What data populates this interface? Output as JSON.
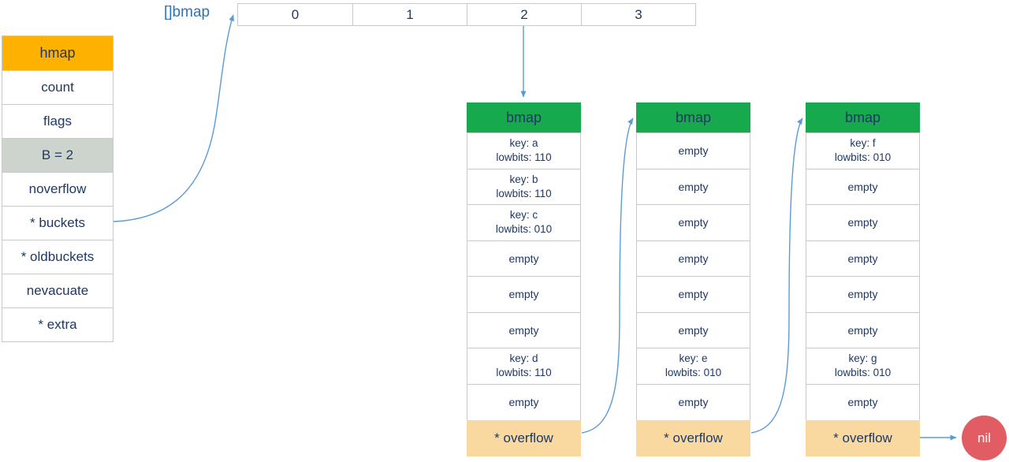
{
  "hmap_struct": {
    "header": "hmap",
    "fields": [
      {
        "label": "count",
        "highlight": false
      },
      {
        "label": "flags",
        "highlight": false
      },
      {
        "label": "B = 2",
        "highlight": true
      },
      {
        "label": "noverflow",
        "highlight": false
      },
      {
        "label": "* buckets",
        "highlight": false
      },
      {
        "label": "* oldbuckets",
        "highlight": false
      },
      {
        "label": "nevacuate",
        "highlight": false
      },
      {
        "label": "* extra",
        "highlight": false
      }
    ]
  },
  "bucket_array": {
    "label": "[]bmap",
    "cells": [
      "0",
      "1",
      "2",
      "3"
    ]
  },
  "buckets": [
    {
      "header": "bmap",
      "slots": [
        {
          "line1": "key: a",
          "line2": "lowbits: 110"
        },
        {
          "line1": "key: b",
          "line2": "lowbits: 110"
        },
        {
          "line1": "key: c",
          "line2": "lowbits: 010"
        },
        {
          "line1": "empty"
        },
        {
          "line1": "empty"
        },
        {
          "line1": "empty"
        },
        {
          "line1": "key: d",
          "line2": "lowbits: 110"
        },
        {
          "line1": "empty"
        }
      ],
      "overflow": "* overflow"
    },
    {
      "header": "bmap",
      "slots": [
        {
          "line1": "empty"
        },
        {
          "line1": "empty"
        },
        {
          "line1": "empty"
        },
        {
          "line1": "empty"
        },
        {
          "line1": "empty"
        },
        {
          "line1": "empty"
        },
        {
          "line1": "key: e",
          "line2": "lowbits: 010"
        },
        {
          "line1": "empty"
        }
      ],
      "overflow": "* overflow"
    },
    {
      "header": "bmap",
      "slots": [
        {
          "line1": "key: f",
          "line2": "lowbits: 010"
        },
        {
          "line1": "empty"
        },
        {
          "line1": "empty"
        },
        {
          "line1": "empty"
        },
        {
          "line1": "empty"
        },
        {
          "line1": "empty"
        },
        {
          "line1": "key: g",
          "line2": "lowbits: 010"
        },
        {
          "line1": "empty"
        }
      ],
      "overflow": "* overflow"
    }
  ],
  "nil_label": "nil",
  "colors": {
    "hmap_header_bg": "#FFB100",
    "b_field_bg": "#CDD3CD",
    "bmap_header_bg": "#17A94E",
    "overflow_bg": "#FAD9A1",
    "nil_bg": "#E25C63",
    "arrow": "#5B9BD5",
    "text": "#1F3864",
    "label_blue": "#2E74B5",
    "border": "#C9C9C9"
  }
}
